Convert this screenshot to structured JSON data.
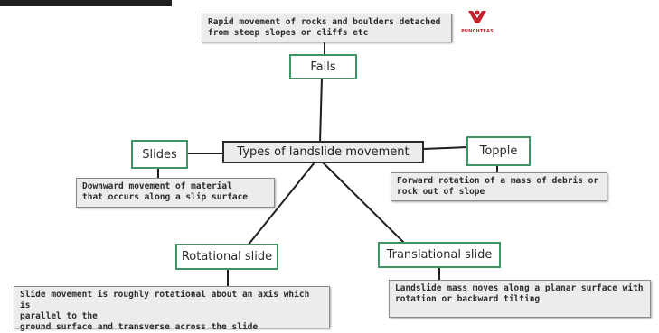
{
  "diagram": {
    "center": "Types of landslide movement",
    "nodes": [
      {
        "id": "falls",
        "label": "Falls",
        "description": "Rapid movement of rocks and boulders detached\nfrom steep slopes or cliffs etc"
      },
      {
        "id": "slides",
        "label": "Slides",
        "description": "Downward movement of material\nthat occurs along a slip surface"
      },
      {
        "id": "topple",
        "label": "Topple",
        "description": "Forward rotation of a mass of debris or\nrock out of slope"
      },
      {
        "id": "rotational",
        "label": "Rotational slide",
        "description": "Slide movement is roughly rotational about an axis which is\nparallel to the\nground surface and transverse across the slide"
      },
      {
        "id": "translational",
        "label": "Translational slide",
        "description": "Landslide mass moves along a planar surface with\nrotation or backward tilting"
      }
    ]
  },
  "logo": {
    "text": "PUNCHTEAS",
    "color": "#c8202f"
  },
  "colors": {
    "label_border": "#3f9463",
    "desc_bg": "#ececec",
    "line": "#1f1f1f"
  }
}
